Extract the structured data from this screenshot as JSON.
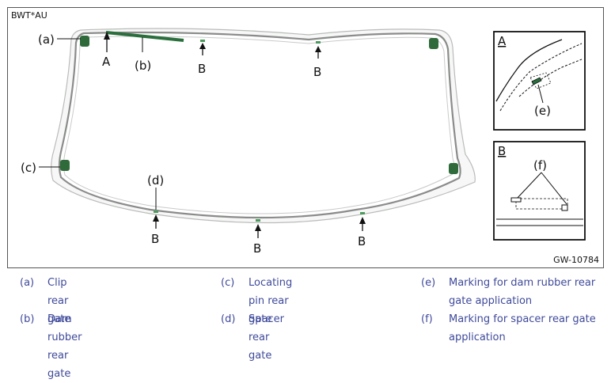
{
  "figure": {
    "code_top_left": "BWT*AU",
    "code_bottom_right": "GW-10784",
    "labels": {
      "a": "(a)",
      "b": "(b)",
      "c": "(c)",
      "d": "(d)",
      "e": "(e)",
      "f": "(f)",
      "A": "A",
      "B": "B"
    },
    "detail_A_title": "A",
    "detail_B_title": "B"
  },
  "legend": [
    {
      "key": "(a)",
      "text": "Clip rear gate"
    },
    {
      "key": "(b)",
      "text": "Dam rubber rear gate"
    },
    {
      "key": "(c)",
      "text": "Locating pin rear gate"
    },
    {
      "key": "(d)",
      "text": "Spacer rear gate"
    },
    {
      "key": "(e)",
      "line1": "Marking for dam rubber rear",
      "line2": "gate application"
    },
    {
      "key": "(f)",
      "line1": "Marking for spacer rear gate",
      "line2": "application"
    }
  ],
  "colors": {
    "legend_text": "#3f4a9a",
    "clip_green": "#2f6b3a",
    "rubber_green": "#2a6e3c",
    "glass_outline": "#9a9a9a"
  }
}
